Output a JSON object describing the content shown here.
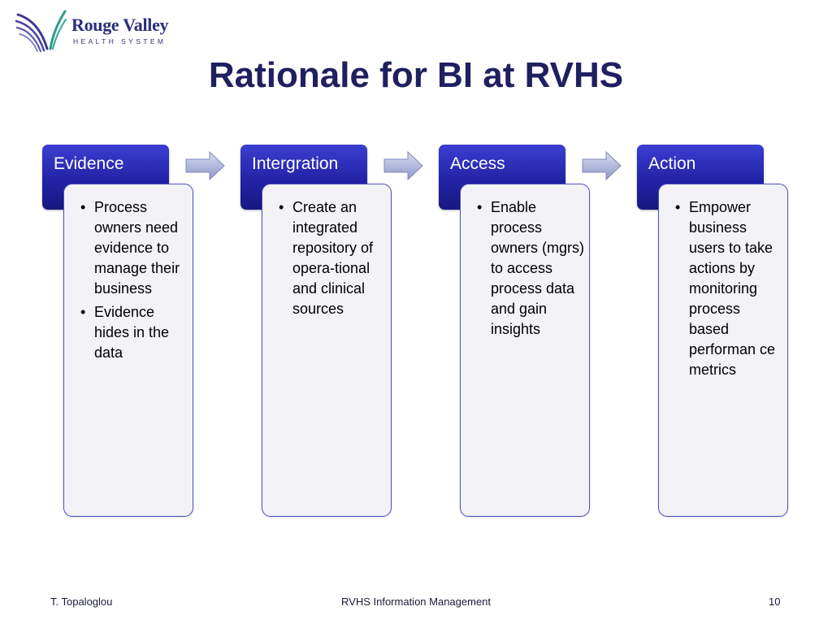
{
  "logo": {
    "name": "Rouge Valley",
    "tagline": "HEALTH SYSTEM"
  },
  "title": "Rationale for BI at RVHS",
  "steps": [
    {
      "title": "Evidence",
      "bullets": [
        "Process owners need evidence to manage their business",
        "Evidence hides in the data"
      ]
    },
    {
      "title": "Intergration",
      "bullets": [
        "Create an integrated repository of opera-tional and clinical sources"
      ]
    },
    {
      "title": "Access",
      "bullets": [
        "Enable process owners (mgrs) to access process data and gain insights"
      ]
    },
    {
      "title": "Action",
      "bullets": [
        "Empower business users to take actions by monitoring process based performan ce metrics"
      ]
    }
  ],
  "footer": {
    "author": "T. Topaloglou",
    "center": "RVHS Information Management",
    "page": "10"
  },
  "colors": {
    "accent": "#2223a6",
    "title": "#1f2060",
    "arrow": "#9aa3cf"
  }
}
